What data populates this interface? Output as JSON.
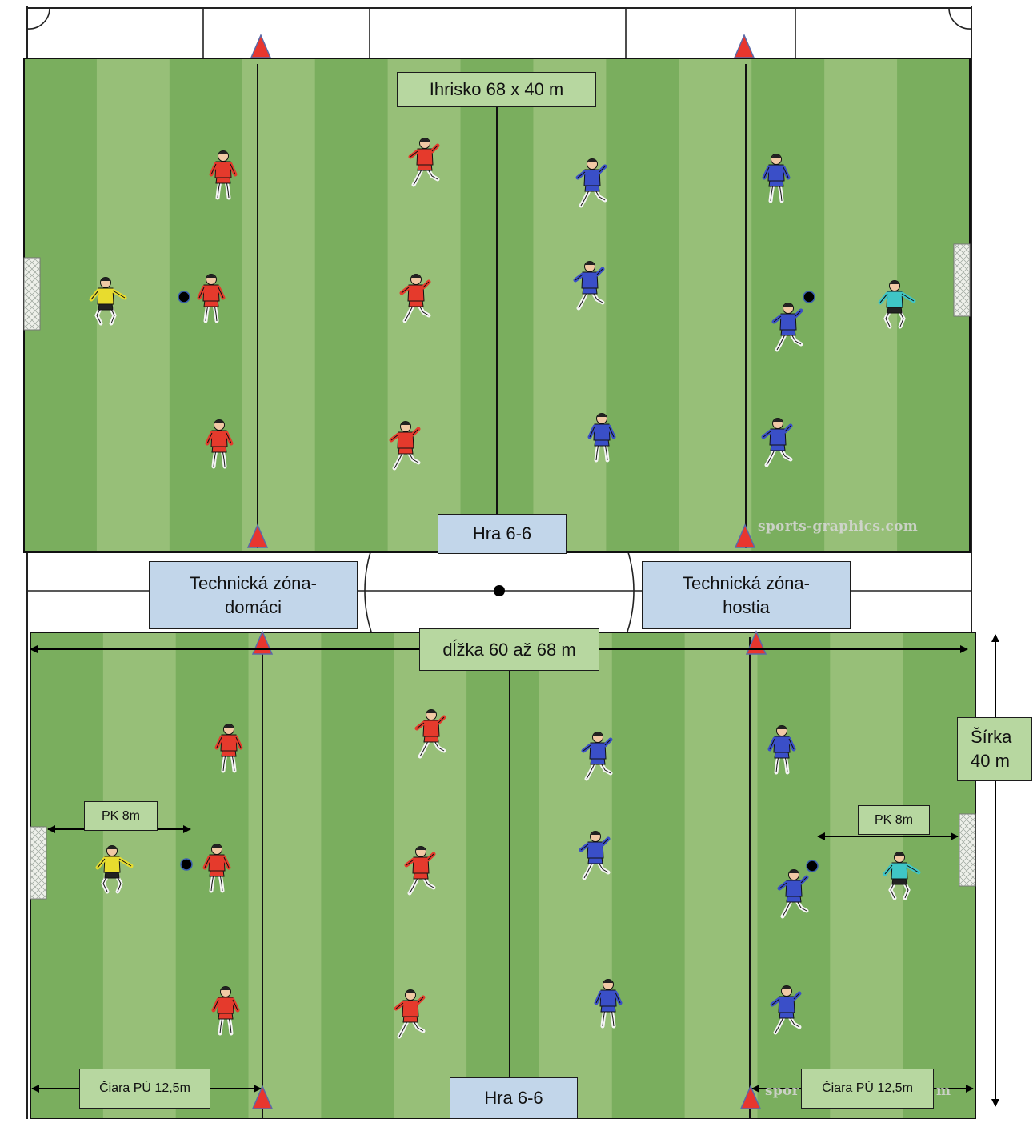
{
  "labels": {
    "top_field_size": "Ihrisko 68 x 40 m",
    "top_game": "Hra 6-6",
    "technical_zone_home": "Technická zóna-\ndomáci",
    "technical_zone_away": "Technická zóna-\nhostia",
    "length": "dĺžka 60 až 68  m",
    "width": "Šírka\n40 m",
    "pk_left": "PK 8m",
    "pk_right": "PK 8m",
    "line_left": "Čiara PÚ 12,5m",
    "line_right": "Čiara PÚ 12,5m",
    "bottom_game": "Hra 6-6"
  },
  "watermark": {
    "top": "sports-graphics.com",
    "bottom_left": "spor",
    "bottom_right": "m"
  },
  "colors": {
    "grass_dark": "#7aae5e",
    "grass_light": "#97bf78",
    "home_team": "#e53a2c",
    "away_team": "#3a4fc8",
    "home_goalkeeper": "#e8dc2e",
    "away_goalkeeper": "#3fc6c6",
    "cone": "#e8362e",
    "label_green": "#b7d7a0",
    "label_blue": "#c2d6ea"
  },
  "players": {
    "home_team": "red",
    "away_team": "blue",
    "per_team_on_field": 6
  }
}
